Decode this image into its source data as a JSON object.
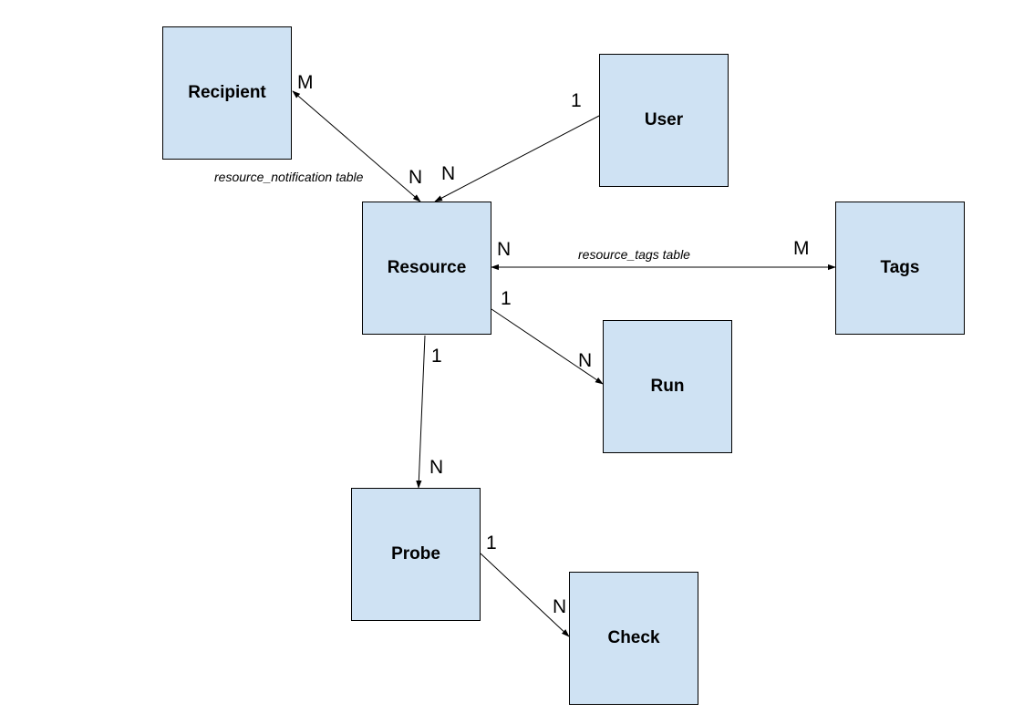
{
  "diagram": {
    "entities": {
      "recipient": "Recipient",
      "user": "User",
      "resource": "Resource",
      "tags": "Tags",
      "run": "Run",
      "probe": "Probe",
      "check": "Check"
    },
    "relationships": [
      {
        "from": "Resource",
        "to": "Recipient",
        "from_card": "N",
        "to_card": "M",
        "label": "resource_notification table"
      },
      {
        "from": "User",
        "to": "Resource",
        "from_card": "1",
        "to_card": "N",
        "label": ""
      },
      {
        "from": "Resource",
        "to": "Tags",
        "from_card": "N",
        "to_card": "M",
        "label": "resource_tags table"
      },
      {
        "from": "Resource",
        "to": "Run",
        "from_card": "1",
        "to_card": "N",
        "label": ""
      },
      {
        "from": "Resource",
        "to": "Probe",
        "from_card": "1",
        "to_card": "N",
        "label": ""
      },
      {
        "from": "Probe",
        "to": "Check",
        "from_card": "1",
        "to_card": "N",
        "label": ""
      }
    ]
  },
  "colors": {
    "box_fill": "#cfe2f3",
    "stroke": "#000000"
  }
}
